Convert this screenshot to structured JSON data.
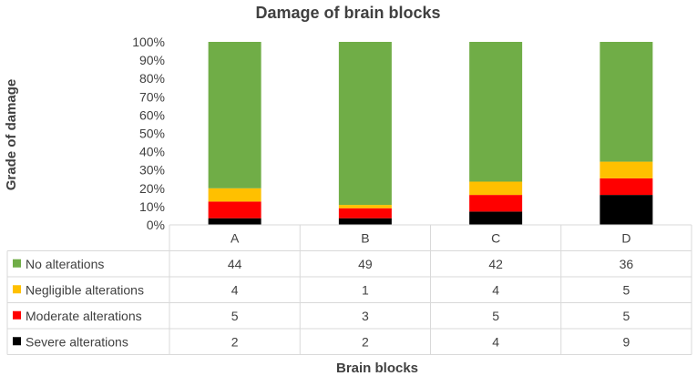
{
  "chart_data": {
    "type": "bar",
    "stacked": true,
    "percent_stacked": true,
    "title": "Damage of brain blocks",
    "xlabel": "Brain blocks",
    "ylabel": "Grade of damage",
    "categories": [
      "A",
      "B",
      "C",
      "D"
    ],
    "y_ticks": [
      "0%",
      "10%",
      "20%",
      "30%",
      "40%",
      "50%",
      "60%",
      "70%",
      "80%",
      "90%",
      "100%"
    ],
    "ylim": [
      0,
      100
    ],
    "grid": false,
    "legend": "data-table-left",
    "series": [
      {
        "name": "No alterations",
        "color": "#70ad47",
        "values": [
          44,
          49,
          42,
          36
        ]
      },
      {
        "name": "Negligible alterations",
        "color": "#ffc000",
        "values": [
          4,
          1,
          4,
          5
        ]
      },
      {
        "name": "Moderate alterations",
        "color": "#ff0000",
        "values": [
          5,
          3,
          5,
          5
        ]
      },
      {
        "name": "Severe alterations",
        "color": "#000000",
        "values": [
          2,
          2,
          4,
          9
        ]
      }
    ]
  }
}
